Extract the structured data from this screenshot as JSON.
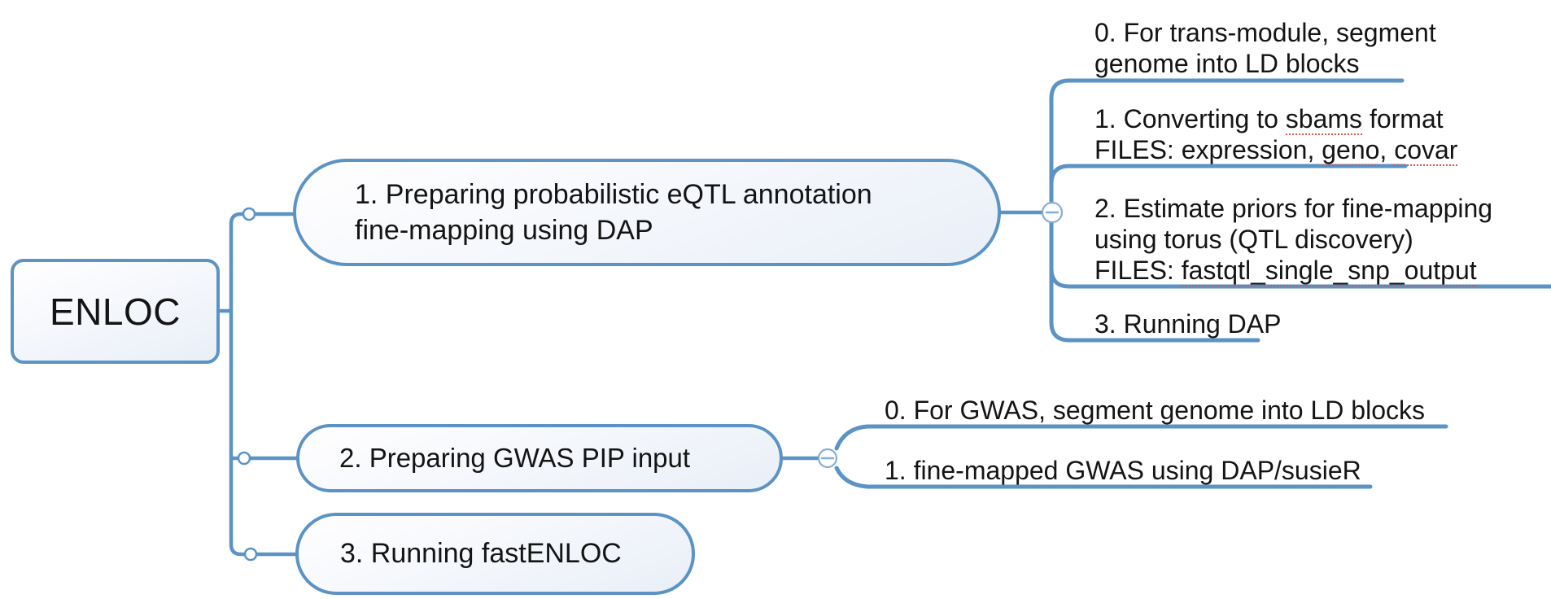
{
  "root": {
    "label": "ENLOC"
  },
  "collapse_icon": "minus",
  "colors": {
    "line_blue": "#5b93c4",
    "node_fill_top": "#fdfdfe",
    "node_fill_bottom": "#e9eff8",
    "misspell_red": "#e0524d",
    "text": "#141414",
    "background": "#ffffff"
  },
  "branches": [
    {
      "label": [
        "1. Preparing probabilistic eQTL annotation",
        "fine-mapping using DAP"
      ],
      "children": [
        {
          "lines": [
            [
              {
                "t": "0. For trans-module, segment"
              }
            ],
            [
              {
                "t": "genome into LD blocks"
              }
            ]
          ]
        },
        {
          "lines": [
            [
              {
                "t": "1. Converting to "
              },
              {
                "t": "sbams",
                "m": true
              },
              {
                "t": " format"
              }
            ],
            [
              {
                "t": "FILES: expression, "
              },
              {
                "t": "geno",
                "m": true
              },
              {
                "t": ", "
              },
              {
                "t": "covar",
                "m": true
              }
            ]
          ]
        },
        {
          "lines": [
            [
              {
                "t": "2. Estimate priors for fine-mapping"
              }
            ],
            [
              {
                "t": "using torus (QTL discovery)"
              }
            ],
            [
              {
                "t": "FILES: "
              },
              {
                "t": "fastqtl_single_snp_output",
                "m": true
              }
            ]
          ]
        },
        {
          "lines": [
            [
              {
                "t": "3. Running DAP"
              }
            ]
          ]
        }
      ]
    },
    {
      "label": [
        "2. Preparing GWAS PIP input"
      ],
      "children": [
        {
          "lines": [
            [
              {
                "t": "0. For GWAS, segment genome into LD blocks"
              }
            ]
          ]
        },
        {
          "lines": [
            [
              {
                "t": "1. fine-mapped GWAS using DAP/susieR"
              }
            ]
          ]
        }
      ]
    },
    {
      "label": [
        "3. Running fastENLOC"
      ],
      "children": []
    }
  ]
}
